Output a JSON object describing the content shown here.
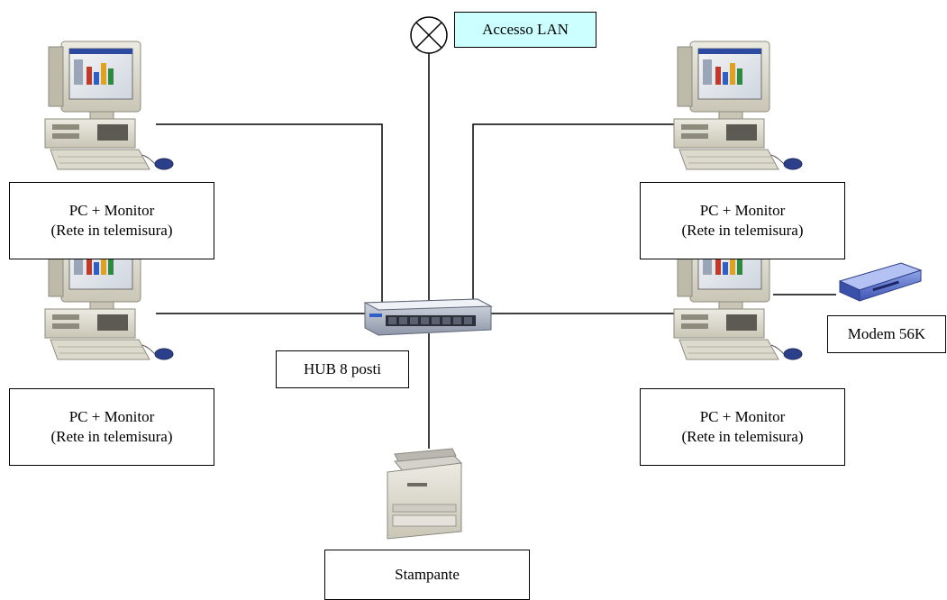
{
  "diagram": {
    "lan_access": {
      "label": "Accesso LAN",
      "fill": "#ccffff"
    },
    "hub": {
      "label": "HUB 8 posti"
    },
    "printer": {
      "label": "Stampante"
    },
    "modem": {
      "label": "Modem 56K"
    },
    "pcs": [
      {
        "line1": "PC + Monitor",
        "line2": "(Rete in telemisura)"
      },
      {
        "line1": "PC + Monitor",
        "line2": "(Rete in telemisura)"
      },
      {
        "line1": "PC + Monitor",
        "line2": "(Rete in telemisura)"
      },
      {
        "line1": "PC + Monitor",
        "line2": "(Rete in telemisura)"
      }
    ]
  }
}
